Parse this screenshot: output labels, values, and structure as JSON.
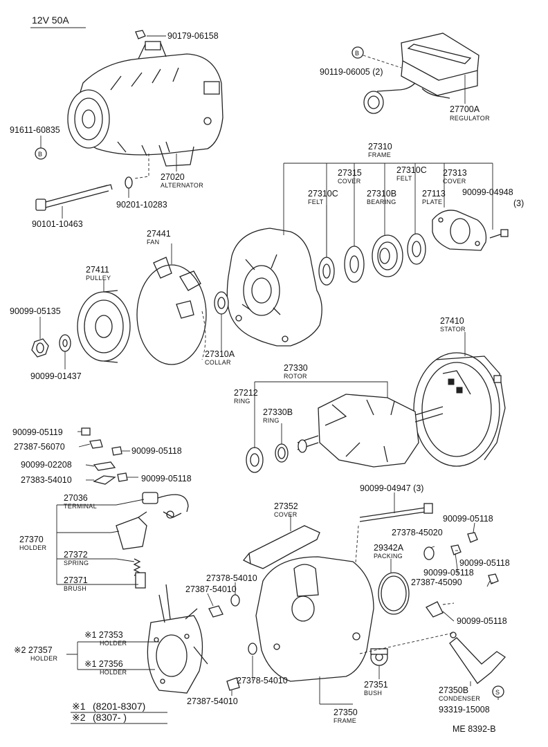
{
  "header": {
    "title": "12V 50A"
  },
  "footer": {
    "note1_mark": "※1",
    "note1_range": "(8201-8307)",
    "note2_mark": "※2",
    "note2_range": "(8307-        )",
    "figure_code": "ME 8392-B"
  },
  "callouts": [
    {
      "id": "c01",
      "part": "90179-06158",
      "name": ""
    },
    {
      "id": "c02",
      "part": "90119-06005 (2)",
      "name": ""
    },
    {
      "id": "c03",
      "part": "27700A",
      "name": "REGULATOR"
    },
    {
      "id": "c04",
      "part": "91611-60835",
      "name": ""
    },
    {
      "id": "c05",
      "part": "27020",
      "name": "ALTERNATOR"
    },
    {
      "id": "c06",
      "part": "90201-10283",
      "name": ""
    },
    {
      "id": "c07",
      "part": "90101-10463",
      "name": ""
    },
    {
      "id": "c08",
      "part": "27310",
      "name": "FRAME"
    },
    {
      "id": "c09",
      "part": "27315",
      "name": "COVER"
    },
    {
      "id": "c10",
      "part": "27310C",
      "name": "FELT"
    },
    {
      "id": "c11",
      "part": "27313",
      "name": "COVER"
    },
    {
      "id": "c12",
      "part": "27310C",
      "name": "FELT"
    },
    {
      "id": "c13",
      "part": "27310B",
      "name": "BEARING"
    },
    {
      "id": "c14",
      "part": "27113",
      "name": "PLATE"
    },
    {
      "id": "c15",
      "part": "90099-04948",
      "name": ""
    },
    {
      "id": "c15q",
      "part": "(3)",
      "name": ""
    },
    {
      "id": "c16",
      "part": "27441",
      "name": "FAN"
    },
    {
      "id": "c17",
      "part": "27411",
      "name": "PULLEY"
    },
    {
      "id": "c18",
      "part": "90099-05135",
      "name": ""
    },
    {
      "id": "c19",
      "part": "90099-01437",
      "name": ""
    },
    {
      "id": "c20",
      "part": "27310A",
      "name": "COLLAR"
    },
    {
      "id": "c21",
      "part": "27410",
      "name": "STATOR"
    },
    {
      "id": "c22",
      "part": "27330",
      "name": "ROTOR"
    },
    {
      "id": "c23",
      "part": "27212",
      "name": "RING"
    },
    {
      "id": "c24",
      "part": "27330B",
      "name": "RING"
    },
    {
      "id": "c25",
      "part": "90099-05119",
      "name": ""
    },
    {
      "id": "c26",
      "part": "27387-56070",
      "name": ""
    },
    {
      "id": "c27",
      "part": "90099-05118",
      "name": ""
    },
    {
      "id": "c28",
      "part": "90099-02208",
      "name": ""
    },
    {
      "id": "c29",
      "part": "27383-54010",
      "name": ""
    },
    {
      "id": "c30",
      "part": "90099-05118",
      "name": ""
    },
    {
      "id": "c31",
      "part": "27036",
      "name": "TERMINAL"
    },
    {
      "id": "c32",
      "part": "27370",
      "name": "HOLDER"
    },
    {
      "id": "c33",
      "part": "27372",
      "name": "SPRING"
    },
    {
      "id": "c34",
      "part": "27371",
      "name": "BRUSH"
    },
    {
      "id": "c35",
      "part": "90099-04947 (3)",
      "name": ""
    },
    {
      "id": "c36",
      "part": "27352",
      "name": "COVER"
    },
    {
      "id": "c37",
      "part": "90099-05118",
      "name": ""
    },
    {
      "id": "c38",
      "part": "27378-45020",
      "name": ""
    },
    {
      "id": "c39",
      "part": "29342A",
      "name": "PACKING"
    },
    {
      "id": "c40",
      "part": "90099-05118",
      "name": ""
    },
    {
      "id": "c41",
      "part": "90099-05118",
      "name": ""
    },
    {
      "id": "c42",
      "part": "27387-45090",
      "name": ""
    },
    {
      "id": "c43",
      "part": "90099-05118",
      "name": ""
    },
    {
      "id": "c44",
      "part": "27378-54010",
      "name": ""
    },
    {
      "id": "c45",
      "part": "27387-54010",
      "name": ""
    },
    {
      "id": "c46",
      "part": "※1 27353",
      "name": "HOLDER"
    },
    {
      "id": "c47",
      "part": "※2  27357",
      "name": "HOLDER"
    },
    {
      "id": "c48",
      "part": "※1 27356",
      "name": "HOLDER"
    },
    {
      "id": "c49",
      "part": "27378-54010",
      "name": ""
    },
    {
      "id": "c50",
      "part": "27387-54010",
      "name": ""
    },
    {
      "id": "c51",
      "part": "27351",
      "name": "BUSH"
    },
    {
      "id": "c52",
      "part": "27350",
      "name": "FRAME"
    },
    {
      "id": "c53",
      "part": "27350B",
      "name": "CONDENSER"
    },
    {
      "id": "c54",
      "part": "93319-15008",
      "name": ""
    }
  ],
  "markers": {
    "b1": "B",
    "b2": "B",
    "s1": "S"
  }
}
